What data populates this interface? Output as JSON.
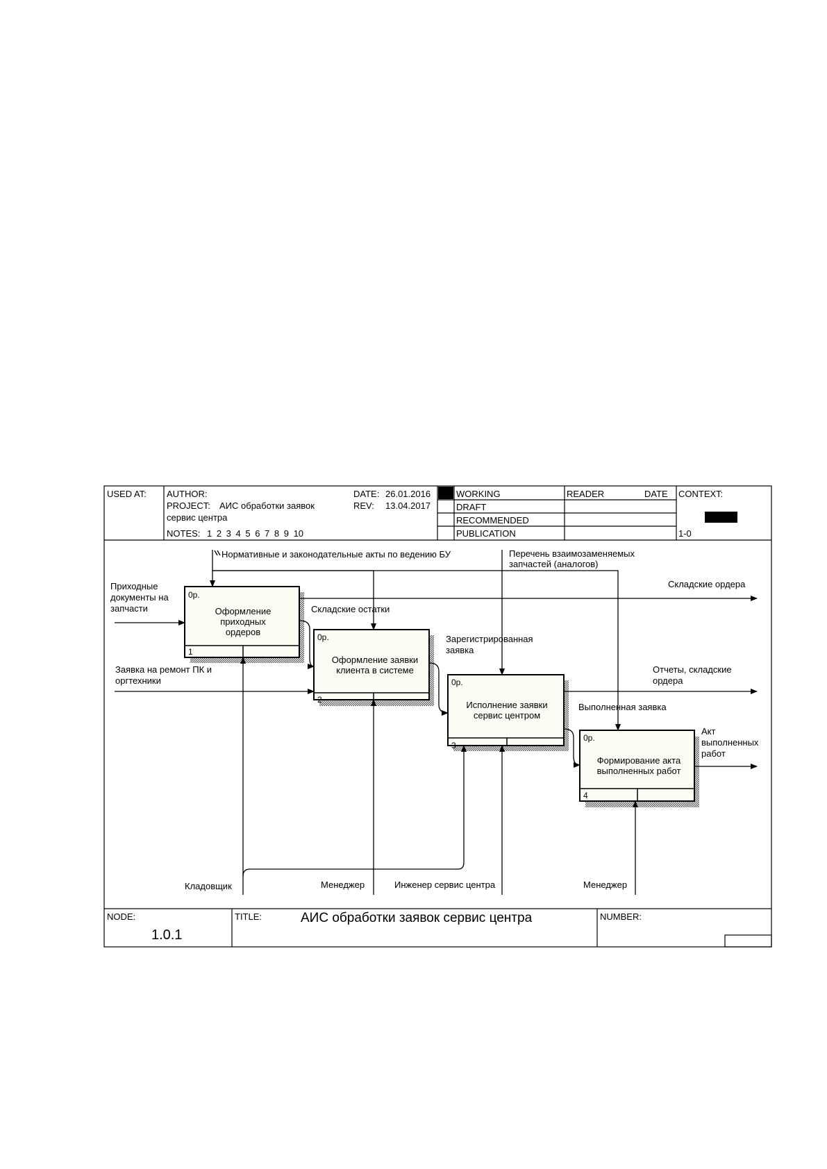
{
  "header": {
    "used_at": "USED AT:",
    "author": "AUTHOR:",
    "project_label": "PROJECT:",
    "project_line1": "АИС обработки заявок",
    "project_line2": "сервис центра",
    "date_label": "DATE:",
    "date_value": "26.01.2016",
    "rev_label": "REV:",
    "rev_value": "13.04.2017",
    "notes_label": "NOTES:",
    "notes_numbers": "1 2 3 4 5 6 7 8 9 10",
    "status": [
      "WORKING",
      "DRAFT",
      "RECOMMENDED",
      "PUBLICATION"
    ],
    "reader": "READER",
    "date_col": "DATE",
    "context": "CONTEXT:",
    "context_node": "1-0"
  },
  "footer": {
    "node_label": "NODE:",
    "node_value": "1.0.1",
    "title_label": "TITLE:",
    "title_value": "АИС обработки заявок сервис центра",
    "number_label": "NUMBER:"
  },
  "boxes": [
    {
      "cost": "0р.",
      "number": "1",
      "lines": [
        "Оформление",
        "приходных",
        "ордеров"
      ]
    },
    {
      "cost": "0р.",
      "number": "2",
      "lines": [
        "Оформление заявки",
        "клиента в системе"
      ]
    },
    {
      "cost": "0р.",
      "number": "3",
      "lines": [
        "Исполнение заявки",
        "сервис центром"
      ]
    },
    {
      "cost": "0р.",
      "number": "4",
      "lines": [
        "Формирование акта",
        "выполненных работ"
      ]
    }
  ],
  "arrows": {
    "control_normative": "Нормативные и законодательные акты по ведению БУ",
    "control_parts_l1": "Перечень взаимозаменяемых",
    "control_parts_l2": "запчастей (аналогов)",
    "input_docs_l1": "Приходные",
    "input_docs_l2": "документы на",
    "input_docs_l3": "запчасти",
    "input_request_l1": "Заявка на ремонт ПК и",
    "input_request_l2": "оргтехники",
    "stock_balance": "Складские остатки",
    "registered_l1": "Зарегистрированная",
    "registered_l2": "заявка",
    "completed": "Выполненная заявка",
    "output_orders": "Складские ордера",
    "output_reports_l1": "Отчеты, складские",
    "output_reports_l2": "ордера",
    "output_act_l1": "Акт",
    "output_act_l2": "выполненных",
    "output_act_l3": "работ",
    "mech_storekeeper": "Кладовщик",
    "mech_manager1": "Менеджер",
    "mech_engineer": "Инженер сервис центра",
    "mech_manager2": "Менеджер"
  }
}
